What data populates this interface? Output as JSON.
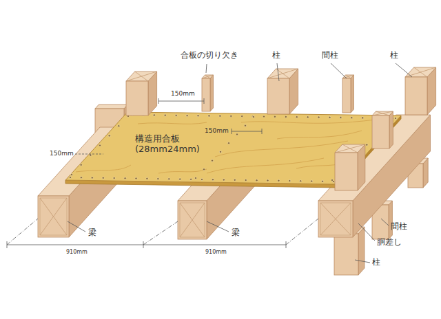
{
  "diagram": {
    "labels": [
      "合板の切り欠き",
      "柱",
      "間柱",
      "柱",
      "150mm",
      "150mm",
      "構造用合板 (28mm24mm)",
      "150mm",
      "梁",
      "梁",
      "間柱",
      "胴差し",
      "910mm",
      "910mm",
      "柱"
    ]
  }
}
